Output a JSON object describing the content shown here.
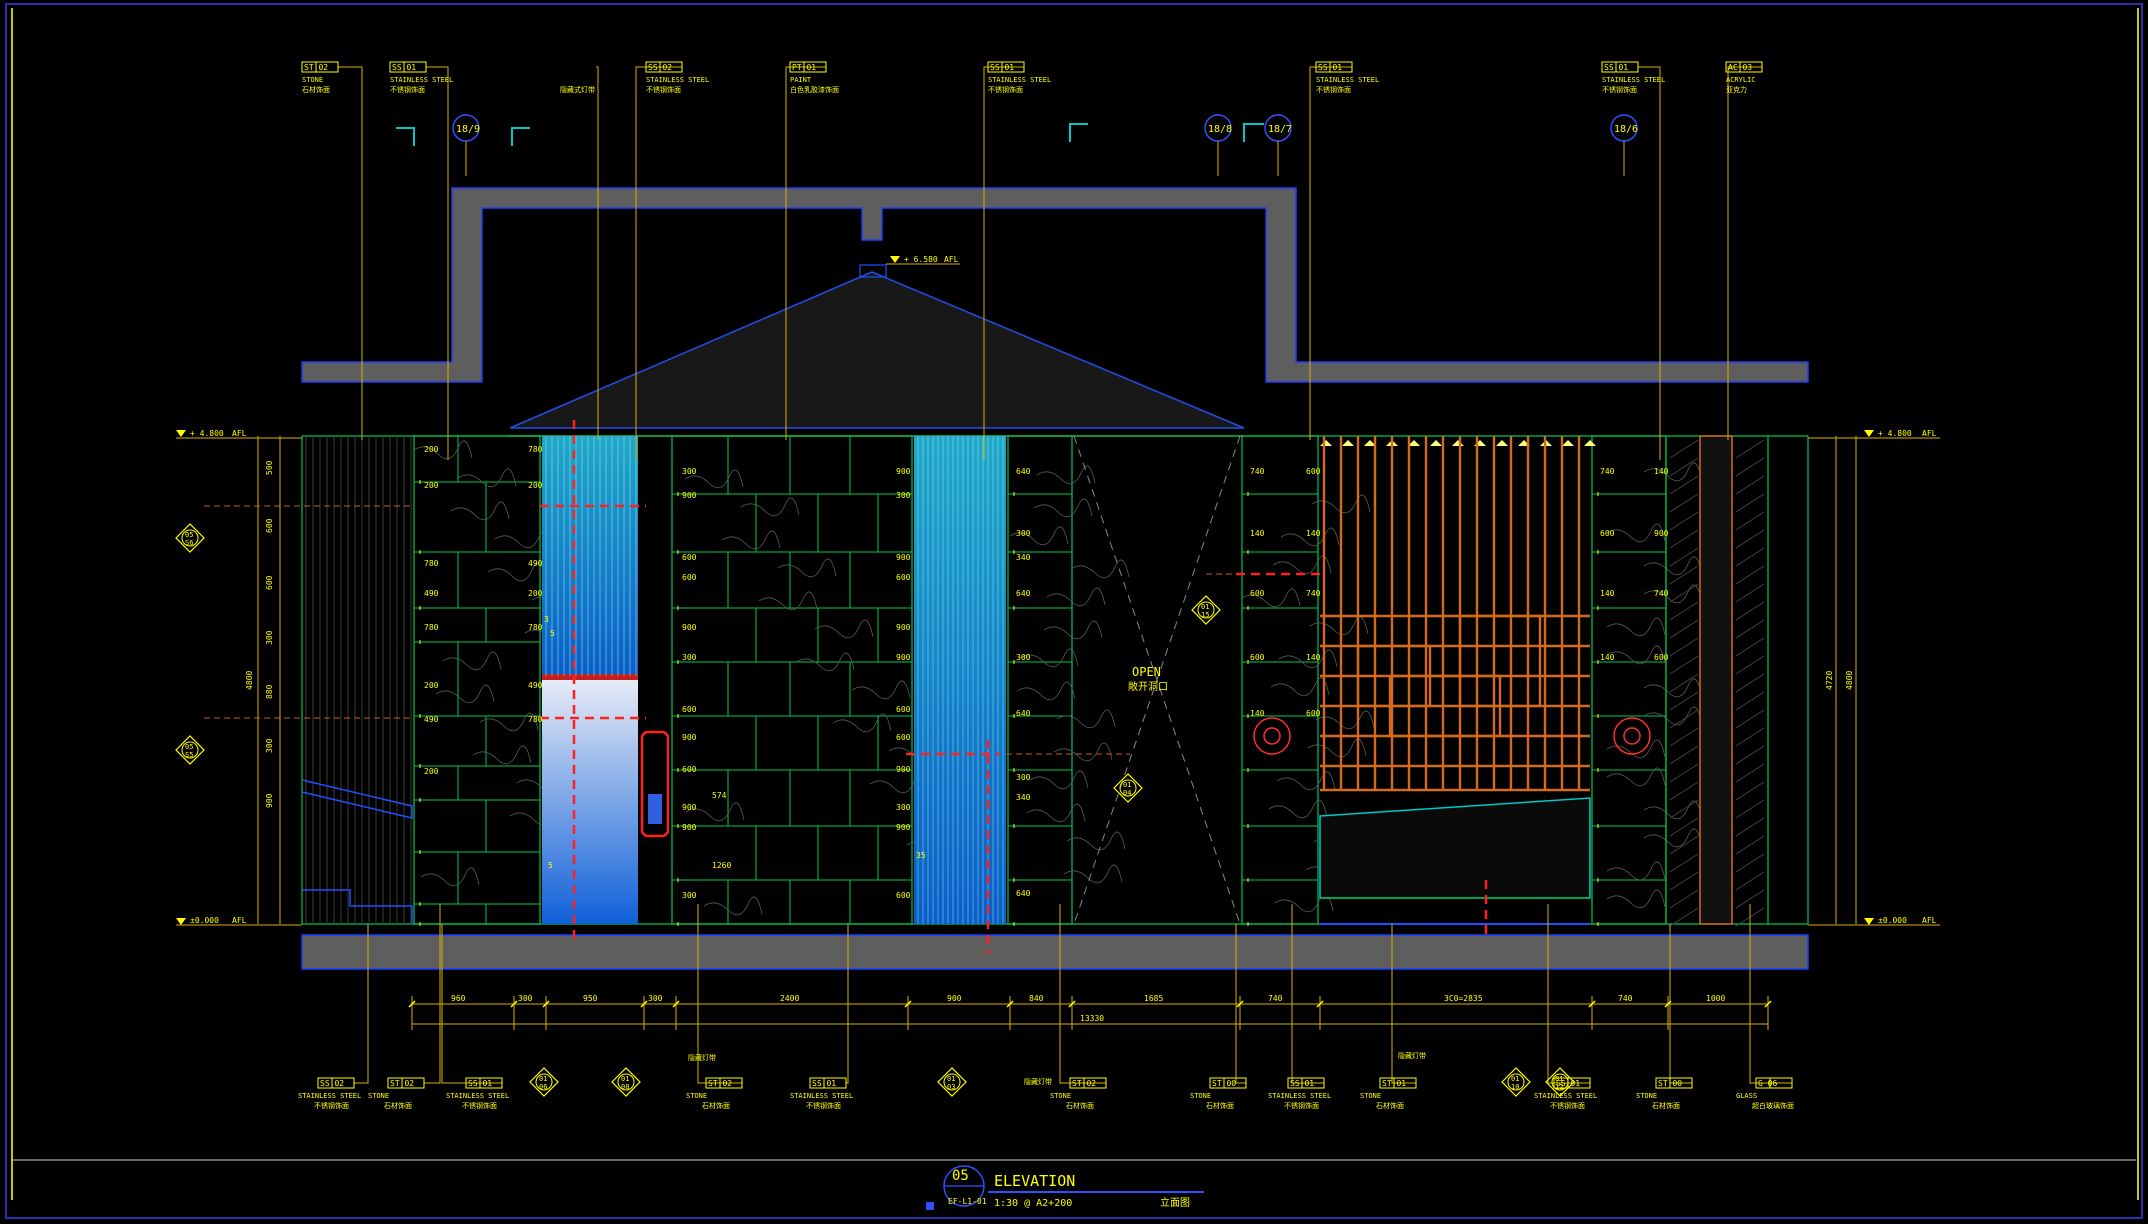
{
  "drawing": {
    "number": "05",
    "title": "ELEVATION",
    "scale": "1:30 @ A2+200",
    "ref_code": "EF-L1-01",
    "title_cn": "立面图"
  },
  "top_tags": [
    {
      "code": "ST  02",
      "en": "STONE",
      "cn": "石材饰面"
    },
    {
      "code": "SS  01",
      "en": "STAINLESS STEEL",
      "cn": "不锈钢饰面"
    },
    {
      "code": "",
      "en": "",
      "cn": "隐藏式灯带"
    },
    {
      "code": "SS  02",
      "en": "STAINLESS STEEL",
      "cn": "不锈钢饰面"
    },
    {
      "code": "PT  01",
      "en": "PAINT",
      "cn": "白色乳胶漆饰面"
    },
    {
      "code": "SS  01",
      "en": "STAINLESS STEEL",
      "cn": "不锈钢饰面"
    },
    {
      "code": "SS  01",
      "en": "STAINLESS STEEL",
      "cn": "不锈钢饰面"
    },
    {
      "code": "SS  01",
      "en": "STAINLESS STEEL",
      "cn": "不锈钢饰面"
    },
    {
      "code": "AC  03",
      "en": "ACRYLIC",
      "cn": "亚克力"
    }
  ],
  "bottom_tags": [
    {
      "code": "SS  02",
      "en": "STAINLESS STEEL",
      "cn": "不锈钢饰面"
    },
    {
      "code": "ST  02",
      "en": "STONE",
      "cn": "石材饰面"
    },
    {
      "code": "SS  01",
      "en": "STAINLESS STEEL",
      "cn": "不锈钢饰面"
    },
    {
      "code": "ST  02",
      "en": "STONE",
      "cn": "石材饰面"
    },
    {
      "code": "SS  01",
      "en": "STAINLESS STEEL",
      "cn": "不锈钢饰面"
    },
    {
      "code": "ST  02",
      "en": "STONE",
      "cn": "石材饰面"
    },
    {
      "code": "ST  00",
      "en": "STONE",
      "cn": "石材饰面"
    },
    {
      "code": "SS  01",
      "en": "STAINLESS STEEL",
      "cn": "不锈钢饰面"
    },
    {
      "code": "ST  01",
      "en": "STONE",
      "cn": "石材饰面"
    },
    {
      "code": "SS  01",
      "en": "STAINLESS STEEL",
      "cn": "不锈钢饰面"
    },
    {
      "code": "ST  00",
      "en": "STONE",
      "cn": "石材饰面"
    },
    {
      "code": "G  06",
      "en": "GLASS",
      "cn": "超白玻璃饰面"
    }
  ],
  "section_markers": [
    "18/9",
    "18/8",
    "18/7",
    "18/6"
  ],
  "levels": {
    "ceiling": "+ 4.800",
    "floor": "±0.000",
    "roof": "+ 6.580",
    "afl": "AFL"
  },
  "open_label": {
    "en": "OPEN",
    "cn": "敞开洞口"
  },
  "overall_dims": {
    "total": "13330",
    "left_height": "4800",
    "right_inner": "4720",
    "right_height": "4800"
  },
  "bottom_dims": [
    "960",
    "300",
    "950",
    "300",
    "2400",
    "900",
    "840",
    "1685",
    "740",
    "3C0=2835",
    "740",
    "1000"
  ],
  "left_vdims": [
    "500",
    "600",
    "600",
    "300",
    "880",
    "300",
    "900"
  ],
  "panel_dims": {
    "p1": [
      "200",
      "780",
      "200",
      "200",
      "780",
      "490",
      "490",
      "200",
      "780",
      "780",
      "200",
      "490",
      "490",
      "780",
      "200"
    ],
    "p2": [
      "300",
      "900",
      "900",
      "300",
      "600",
      "900",
      "600",
      "600",
      "900",
      "900",
      "300",
      "900",
      "600",
      "600",
      "900",
      "600",
      "600",
      "900",
      "900",
      "300",
      "900",
      "900",
      "300",
      "600"
    ],
    "p3": [
      "640",
      "300",
      "340",
      "640",
      "300",
      "640",
      "300",
      "340",
      "640"
    ],
    "p4": [
      "740",
      "600",
      "140",
      "140",
      "600",
      "740",
      "600",
      "140",
      "140",
      "600"
    ],
    "p5": [
      "740",
      "140",
      "600",
      "900",
      "140",
      "740",
      "140",
      "600"
    ]
  },
  "small_marks": [
    "3",
    "5",
    "5",
    "35",
    "1260",
    "574"
  ],
  "bubble_labels": [
    "05",
    "S6",
    "05",
    "S5",
    "01",
    "15",
    "01",
    "04",
    "01",
    "06",
    "01",
    "08",
    "01",
    "03",
    "01",
    "10",
    "01",
    "12"
  ]
}
